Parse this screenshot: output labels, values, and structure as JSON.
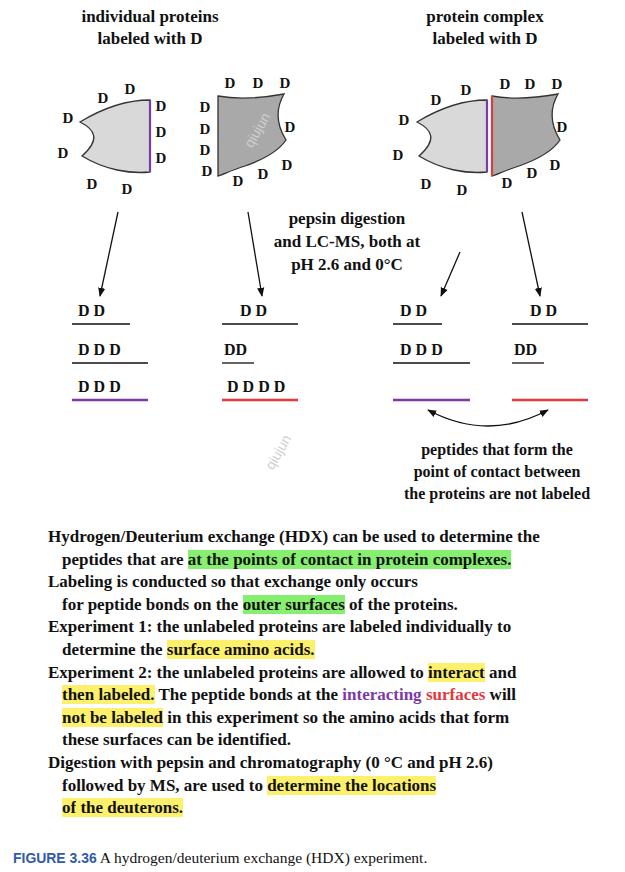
{
  "diagram": {
    "caption": "FIGURE 3.36 A hydrogen/deuterium exchange (HDX) experiment.",
    "labels": [
      "individual proteins labeled with D",
      "protein complex labeled with D",
      "D",
      "D",
      "D",
      "D",
      "D",
      "D",
      "D",
      "D",
      "D",
      "D",
      "D",
      "D",
      "D",
      "D",
      "D",
      "D",
      "D",
      "D",
      "D",
      "D",
      "D",
      "D",
      "D",
      "D",
      "D",
      "D",
      "D",
      "D",
      "D",
      "D",
      "D",
      "D",
      "D",
      "pepsin digestion and LC-MS, both at pH 2.6 and 0°C",
      "D D",
      "D D D",
      "D D D",
      "D D",
      "DD",
      "D D D D",
      "D D",
      "D D D",
      "D D",
      "DD",
      "peptides that form the point of contact between the proteins are not labeled",
      "Hydrogen/Deuterium exchange (HDX) can be used to determine the peptides that are at the points of contact in protein complexes.",
      "Labeling is conducted so that exchange only occurs for peptide bonds on the outer surfaces of the proteins.",
      "Experiment 1: the unlabeled proteins are labeled individually to determine the surface amino acids.",
      "Experiment 2: the unlabeled proteins are allowed to interact and then labeled. The peptide bonds at the interacting surfaces will not be labeled in this experiment so the amino acids that form these surfaces can be identified.",
      "Digestion with pepsin and chromatography (0 °C and pH 2.6) followed by MS, are used to determine the locations of the deuterons.",
      "qiujun",
      "qiujun"
    ]
  }
}
